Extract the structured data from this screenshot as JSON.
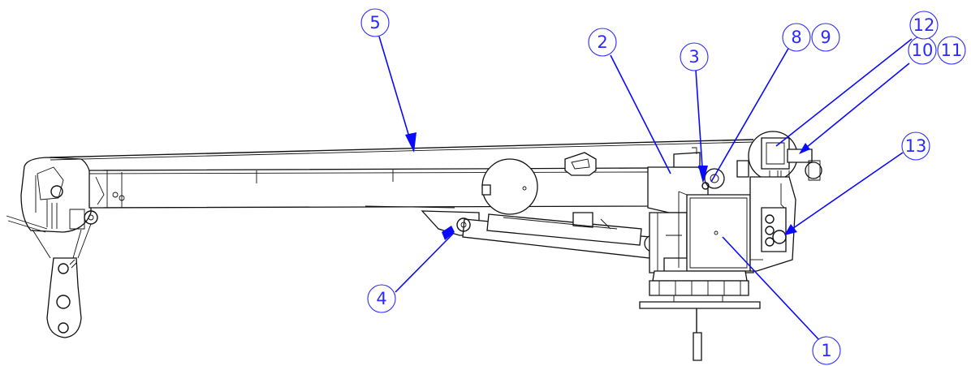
{
  "diagram": {
    "accent_color": "#0a0aff",
    "balloons": [
      {
        "id": "b1",
        "labels": [
          "1"
        ]
      },
      {
        "id": "b2",
        "labels": [
          "2"
        ]
      },
      {
        "id": "b3",
        "labels": [
          "3"
        ]
      },
      {
        "id": "b4",
        "labels": [
          "4"
        ]
      },
      {
        "id": "b5",
        "labels": [
          "5"
        ]
      },
      {
        "id": "b8",
        "labels": [
          "8",
          "9"
        ]
      },
      {
        "id": "b10",
        "labels": [
          "10",
          "11"
        ]
      },
      {
        "id": "b12",
        "labels": [
          "12"
        ]
      },
      {
        "id": "b13",
        "labels": [
          "13"
        ]
      }
    ]
  }
}
